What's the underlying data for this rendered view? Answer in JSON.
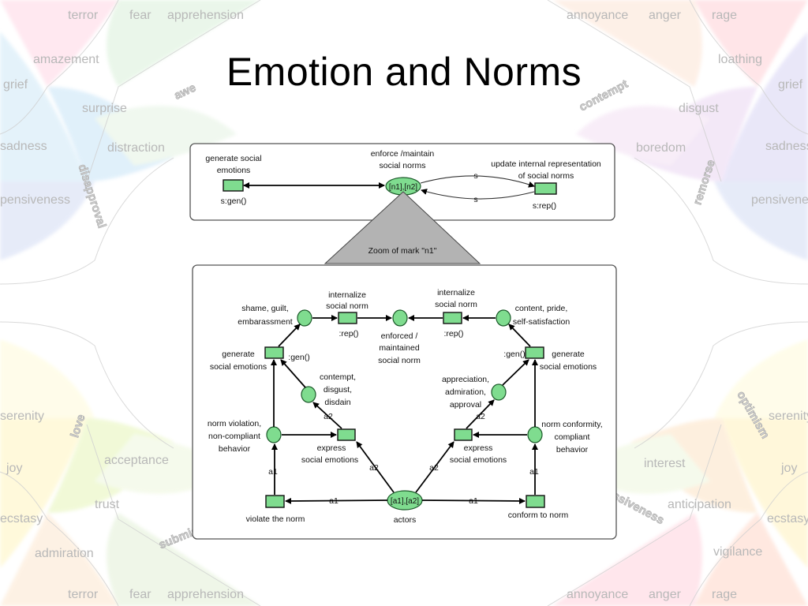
{
  "title": "Emotion and Norms",
  "background_words": {
    "top_left": [
      "terror",
      "fear",
      "apprehension",
      "amazement",
      "grief",
      "surprise",
      "sadness",
      "distraction",
      "pensiveness"
    ],
    "top_left_dyad": [
      "awe",
      "disapproval"
    ],
    "top_right": [
      "annoyance",
      "anger",
      "rage",
      "loathing",
      "grief",
      "disgust",
      "boredom",
      "sadness",
      "pensiveness"
    ],
    "top_right_dyad": [
      "contempt",
      "remorse"
    ],
    "bottom_left": [
      "serenity",
      "joy",
      "acceptance",
      "trust",
      "ecstasy",
      "admiration",
      "terror",
      "fear",
      "apprehension"
    ],
    "bottom_left_dyad": [
      "love",
      "submission"
    ],
    "bottom_right": [
      "serenity",
      "joy",
      "interest",
      "anticipation",
      "ecstasy",
      "vigilance",
      "annoyance",
      "anger",
      "rage"
    ],
    "bottom_right_dyad": [
      "optimism",
      "aggressiveness"
    ]
  },
  "top_net": {
    "generate_label_1": "generate social",
    "generate_label_2": "emotions",
    "gen_fn": "s:gen()",
    "enforce_label_1": "enforce /maintain",
    "enforce_label_2": "social norms",
    "center_mark": "[n1],[n2]",
    "update_label_1": "update internal representation",
    "update_label_2": "of social norms",
    "rep_fn": "s:rep()",
    "arc_s_top": "s",
    "arc_s_bottom": "s"
  },
  "zoom_label": "Zoom of mark \"n1\"",
  "bottom_net": {
    "internalize_left_1": "internalize",
    "internalize_left_2": "social norm",
    "rep_left": ":rep()",
    "internalize_right_1": "internalize",
    "internalize_right_2": "social norm",
    "rep_right": ":rep()",
    "shame_1": "shame, guilt,",
    "shame_2": "embarassment",
    "content_1": "content, pride,",
    "content_2": "self-satisfaction",
    "enforced_1": "enforced /",
    "enforced_2": "maintained",
    "enforced_3": "social norm",
    "gen_left_1": "generate",
    "gen_left_2": "social emotions",
    "gen_left_fn": ":gen()",
    "gen_right_fn": ":gen()",
    "gen_right_1": "generate",
    "gen_right_2": "social emotions",
    "contempt_1": "contempt,",
    "contempt_2": "disgust,",
    "contempt_3": "disdain",
    "appreciation_1": "appreciation,",
    "appreciation_2": "admiration,",
    "appreciation_3": "approval",
    "a2_left": "a2",
    "a2_right": "a2",
    "violation_1": "norm violation,",
    "violation_2": "non-compliant",
    "violation_3": "behavior",
    "conformity_1": "norm conformity,",
    "conformity_2": "compliant",
    "conformity_3": "behavior",
    "express_left_1": "express",
    "express_left_2": "social emotions",
    "express_right_1": "express",
    "express_right_2": "social emotions",
    "a1_left": "a1",
    "a1_right": "a1",
    "a2_actor_left": "a2",
    "a2_actor_right": "a2",
    "actors_mark": "[a1],[a2]",
    "actors": "actors",
    "a1_bottom_left": "a1",
    "a1_bottom_right": "a1",
    "violate": "violate the norm",
    "conform": "conform to norm"
  }
}
